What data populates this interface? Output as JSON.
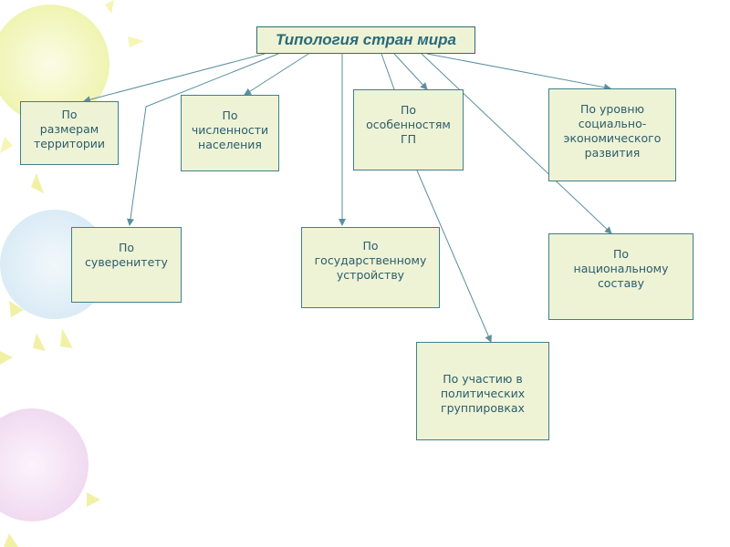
{
  "diagram": {
    "title": "Типология стран мира",
    "nodes": [
      {
        "id": "territory",
        "label": "По\nразмерам\nтерритории"
      },
      {
        "id": "population",
        "label": "По\nчисленности\nнаселения"
      },
      {
        "id": "gp",
        "label": "По\nособенностям\nГП"
      },
      {
        "id": "development",
        "label": "По уровню\nсоциально-\nэкономического\nразвития"
      },
      {
        "id": "sovereignty",
        "label": "По\nсуверенитету"
      },
      {
        "id": "state",
        "label": "По\nгосударственному\nустройству"
      },
      {
        "id": "nationality",
        "label": "По\nнациональному\nсоставу"
      },
      {
        "id": "groupings",
        "label": "По участию в\nполитических\nгруппировках"
      }
    ],
    "edges": [
      {
        "from": "title",
        "to": "territory"
      },
      {
        "from": "title",
        "to": "sovereignty"
      },
      {
        "from": "title",
        "to": "population"
      },
      {
        "from": "title",
        "to": "state"
      },
      {
        "from": "title",
        "to": "gp"
      },
      {
        "from": "title",
        "to": "development"
      },
      {
        "from": "title",
        "to": "nationality"
      },
      {
        "from": "gp",
        "to": "groupings"
      }
    ],
    "colors": {
      "box_fill": "#eef3d6",
      "box_border": "#3f7f8a",
      "text": "#2b5d6b",
      "title_text": "#2a6a7a",
      "connector": "#5a8fa0"
    }
  }
}
